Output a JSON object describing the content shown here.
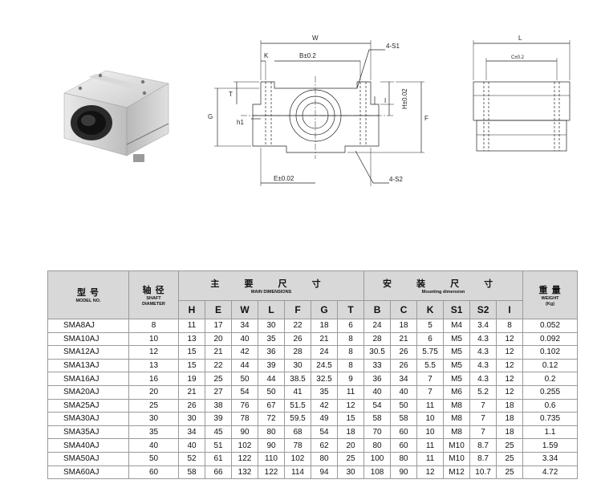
{
  "drawing": {
    "front": {
      "W": "W",
      "K": "K",
      "B": "B±0.2",
      "S1": "4-S1",
      "T": "T",
      "G": "G",
      "h1": "h1",
      "I": "I",
      "H": "H±0.02",
      "F": "F",
      "E": "E±0.02",
      "S2": "4-S2"
    },
    "side": {
      "L": "L",
      "C": "C±0.2"
    }
  },
  "table": {
    "head": {
      "model_cn": "型 号",
      "model_en": "MODEL NO.",
      "shaft_cn": "轴 径",
      "shaft_en1": "SHAFT",
      "shaft_en2": "DIAMETER",
      "main_cn": "主 要 尺 寸",
      "main_en": "MAIN DIMENSIONS",
      "mount_cn": "安 装 尺 寸",
      "mount_en": "Mounting dimension",
      "weight_cn": "重 量",
      "weight_en1": "WEIGHT",
      "weight_en2": "(Kg)"
    },
    "subcols": [
      "H",
      "E",
      "W",
      "L",
      "F",
      "G",
      "T",
      "B",
      "C",
      "K",
      "S1",
      "S2",
      "I"
    ],
    "rows": [
      [
        "SMA8AJ",
        "8",
        "11",
        "17",
        "34",
        "30",
        "22",
        "18",
        "6",
        "24",
        "18",
        "5",
        "M4",
        "3.4",
        "8",
        "0.052"
      ],
      [
        "SMA10AJ",
        "10",
        "13",
        "20",
        "40",
        "35",
        "26",
        "21",
        "8",
        "28",
        "21",
        "6",
        "M5",
        "4.3",
        "12",
        "0.092"
      ],
      [
        "SMA12AJ",
        "12",
        "15",
        "21",
        "42",
        "36",
        "28",
        "24",
        "8",
        "30.5",
        "26",
        "5.75",
        "M5",
        "4.3",
        "12",
        "0.102"
      ],
      [
        "SMA13AJ",
        "13",
        "15",
        "22",
        "44",
        "39",
        "30",
        "24.5",
        "8",
        "33",
        "26",
        "5.5",
        "M5",
        "4.3",
        "12",
        "0.12"
      ],
      [
        "SMA16AJ",
        "16",
        "19",
        "25",
        "50",
        "44",
        "38.5",
        "32.5",
        "9",
        "36",
        "34",
        "7",
        "M5",
        "4.3",
        "12",
        "0.2"
      ],
      [
        "SMA20AJ",
        "20",
        "21",
        "27",
        "54",
        "50",
        "41",
        "35",
        "11",
        "40",
        "40",
        "7",
        "M6",
        "5.2",
        "12",
        "0.255"
      ],
      [
        "SMA25AJ",
        "25",
        "26",
        "38",
        "76",
        "67",
        "51.5",
        "42",
        "12",
        "54",
        "50",
        "11",
        "M8",
        "7",
        "18",
        "0.6"
      ],
      [
        "SMA30AJ",
        "30",
        "30",
        "39",
        "78",
        "72",
        "59.5",
        "49",
        "15",
        "58",
        "58",
        "10",
        "M8",
        "7",
        "18",
        "0.735"
      ],
      [
        "SMA35AJ",
        "35",
        "34",
        "45",
        "90",
        "80",
        "68",
        "54",
        "18",
        "70",
        "60",
        "10",
        "M8",
        "7",
        "18",
        "1.1"
      ],
      [
        "SMA40AJ",
        "40",
        "40",
        "51",
        "102",
        "90",
        "78",
        "62",
        "20",
        "80",
        "60",
        "11",
        "M10",
        "8.7",
        "25",
        "1.59"
      ],
      [
        "SMA50AJ",
        "50",
        "52",
        "61",
        "122",
        "110",
        "102",
        "80",
        "25",
        "100",
        "80",
        "11",
        "M10",
        "8.7",
        "25",
        "3.34"
      ],
      [
        "SMA60AJ",
        "60",
        "58",
        "66",
        "132",
        "122",
        "114",
        "94",
        "30",
        "108",
        "90",
        "12",
        "M12",
        "10.7",
        "25",
        "4.72"
      ]
    ]
  }
}
